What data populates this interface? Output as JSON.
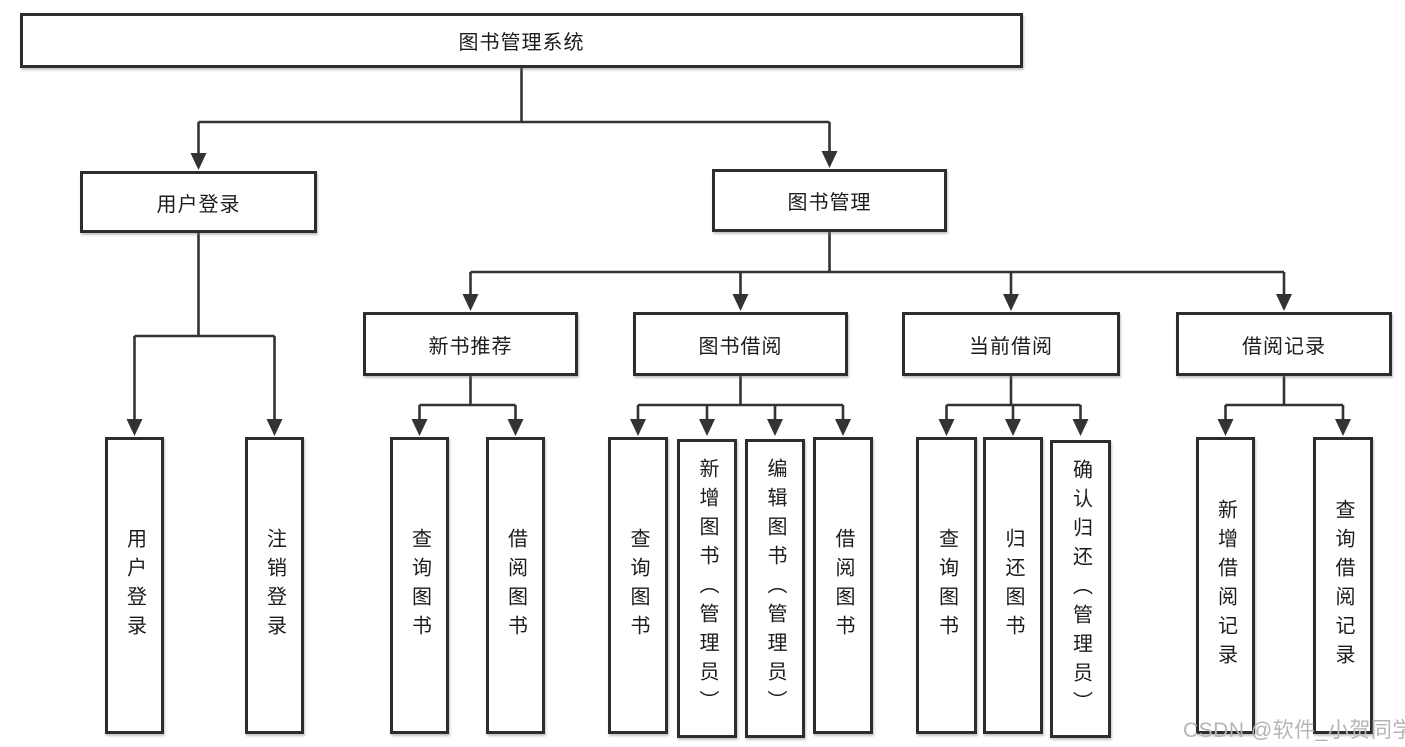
{
  "diagram": {
    "root": {
      "label": "图书管理系统"
    },
    "groups": [
      {
        "label": "用户登录",
        "children": [
          {
            "label": "用户登录"
          },
          {
            "label": "注销登录"
          }
        ]
      },
      {
        "label": "图书管理",
        "sections": [
          {
            "label": "新书推荐",
            "children": [
              {
                "label": "查询图书"
              },
              {
                "label": "借阅图书"
              }
            ]
          },
          {
            "label": "图书借阅",
            "children": [
              {
                "label": "查询图书"
              },
              {
                "label": "新增图书（管理员）"
              },
              {
                "label": "编辑图书（管理员）"
              },
              {
                "label": "借阅图书"
              }
            ]
          },
          {
            "label": "当前借阅",
            "children": [
              {
                "label": "查询图书"
              },
              {
                "label": "归还图书"
              },
              {
                "label": "确认归还（管理员）"
              }
            ]
          },
          {
            "label": "借阅记录",
            "children": [
              {
                "label": "新增借阅记录"
              },
              {
                "label": "查询借阅记录"
              }
            ]
          }
        ]
      }
    ]
  },
  "watermark": {
    "text": "CSDN @软件_小贺同学"
  },
  "colors": {
    "line": "#333333",
    "box_border": "#2d2d2d",
    "text": "#1c1c1c",
    "watermark": "#b5b5b5",
    "background": "#ffffff"
  }
}
